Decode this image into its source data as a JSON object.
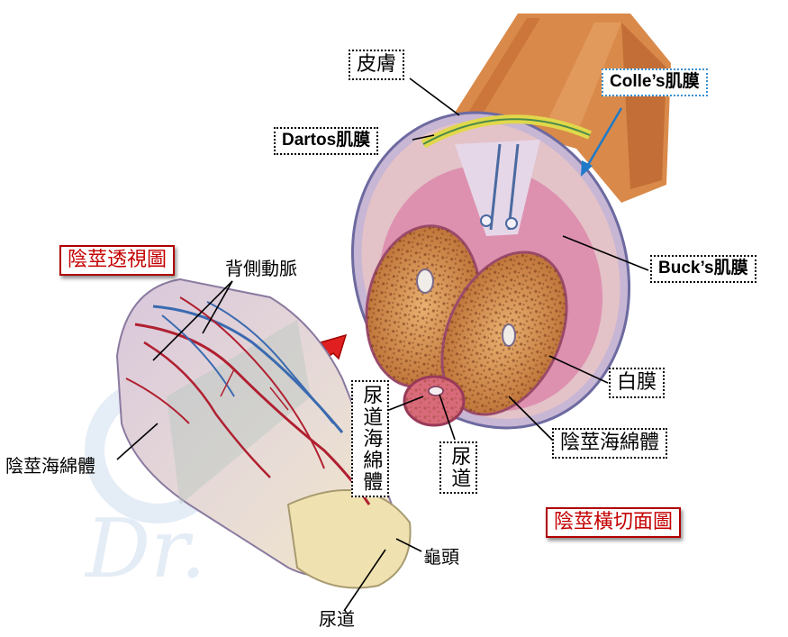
{
  "diagram": {
    "left_title": "陰莖透視圖",
    "right_title": "陰莖橫切面圖",
    "labels": {
      "skin": "皮膚",
      "colles_fascia": "Colle’s肌膜",
      "dartos_fascia": "Dartos肌膜",
      "bucks_fascia": "Buck’s肌膜",
      "tunica_albuginea": "白膜",
      "corpus_cavernosum_right": "陰莖海綿體",
      "corpus_spongiosum": "尿道海綿體",
      "urethra_section": "尿道",
      "dorsal_artery": "背側動脈",
      "corpus_cavernosum_left": "陰莖海綿體",
      "glans": "龜頭",
      "urethra_bottom": "尿道"
    }
  }
}
